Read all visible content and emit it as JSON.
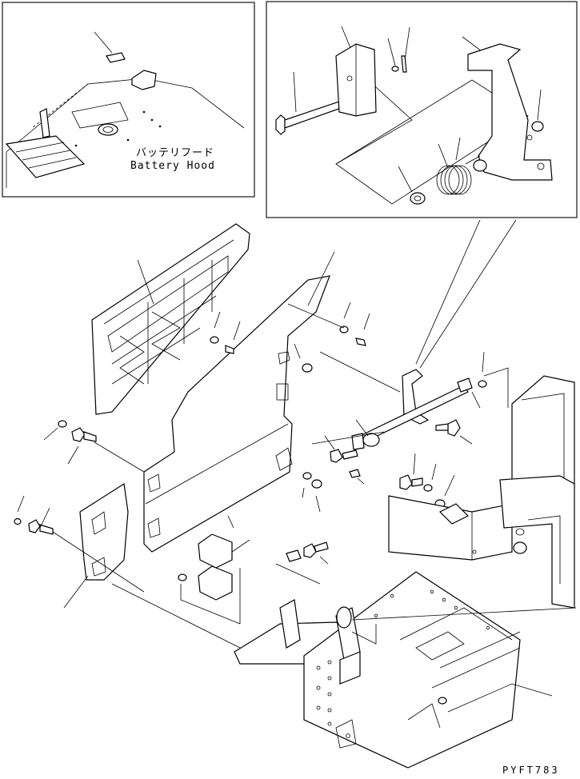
{
  "inset_left": {
    "label_jp": "バッテリフード",
    "label_en": "Battery Hood"
  },
  "figure_code": "PYFT783"
}
